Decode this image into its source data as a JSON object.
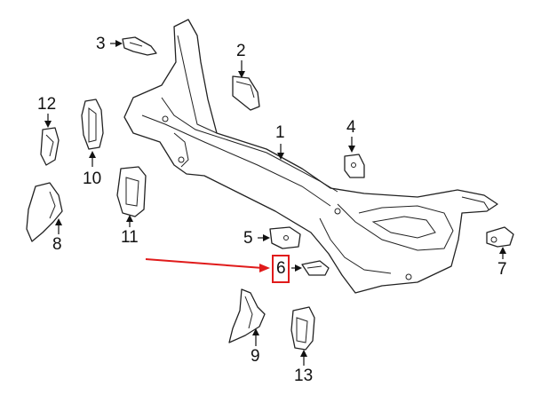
{
  "diagram": {
    "callouts": [
      {
        "id": "1",
        "label": "1"
      },
      {
        "id": "2",
        "label": "2"
      },
      {
        "id": "3",
        "label": "3"
      },
      {
        "id": "4",
        "label": "4"
      },
      {
        "id": "5",
        "label": "5"
      },
      {
        "id": "6",
        "label": "6"
      },
      {
        "id": "7",
        "label": "7"
      },
      {
        "id": "8",
        "label": "8"
      },
      {
        "id": "9",
        "label": "9"
      },
      {
        "id": "10",
        "label": "10"
      },
      {
        "id": "11",
        "label": "11"
      },
      {
        "id": "12",
        "label": "12"
      },
      {
        "id": "13",
        "label": "13"
      }
    ],
    "highlighted_callout": "6",
    "colors": {
      "line": "#222222",
      "highlight": "#e01b1b",
      "background": "#ffffff"
    }
  }
}
